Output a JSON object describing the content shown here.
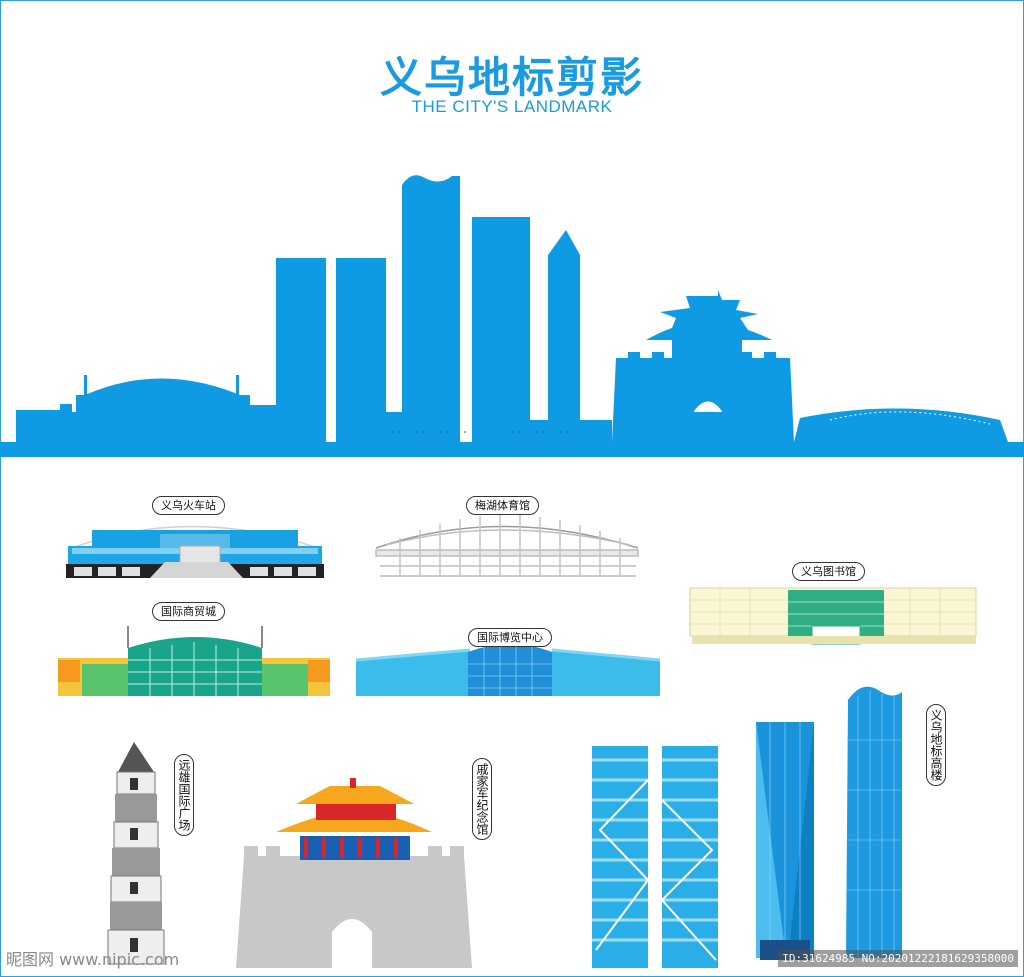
{
  "header": {
    "title": "义乌地标剪影",
    "subtitle": "THE CITY'S LANDMARK"
  },
  "labels": {
    "train_station": "义乌火车站",
    "meihu_stadium": "梅湖体育馆",
    "library": "义乌图书馆",
    "trade_city": "国际商贸城",
    "expo_center": "国际博览中心",
    "yuanxiong_plaza": "远雄国际广场",
    "qijiguang_memorial": "戚家军纪念馆",
    "landmark_towers": "义乌地标高楼"
  },
  "watermark": {
    "site": "昵图网 www.nipic.com",
    "id_text": "ID:31624985 NO:20201222181629358000"
  },
  "colors": {
    "brand_blue": "#1a9ae0",
    "skyline_blue": "#0e9be3",
    "teal": "#1aa58a",
    "orange": "#f6a71e",
    "red": "#d8262a",
    "grey": "#c8c8c8"
  }
}
